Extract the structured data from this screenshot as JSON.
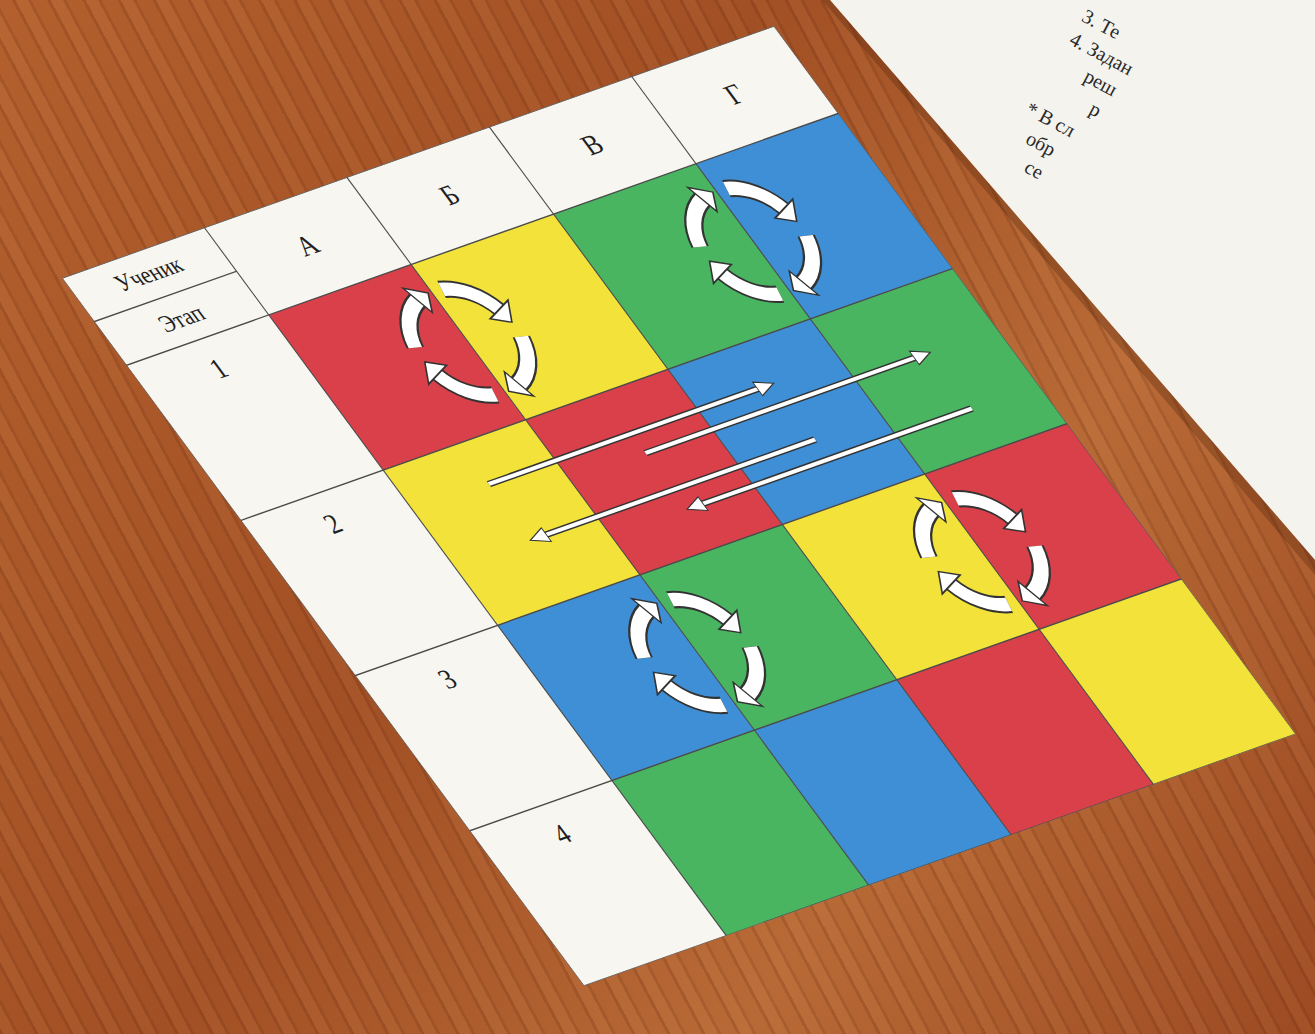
{
  "diagram": {
    "labels": [
      "Ученик",
      "Этап",
      "А",
      "Б",
      "В",
      "Г",
      "1",
      "2",
      "3",
      "4",
      "3. Те",
      "4. Задан",
      "реш",
      "р",
      "* В сл",
      "обр",
      "се"
    ]
  }
}
